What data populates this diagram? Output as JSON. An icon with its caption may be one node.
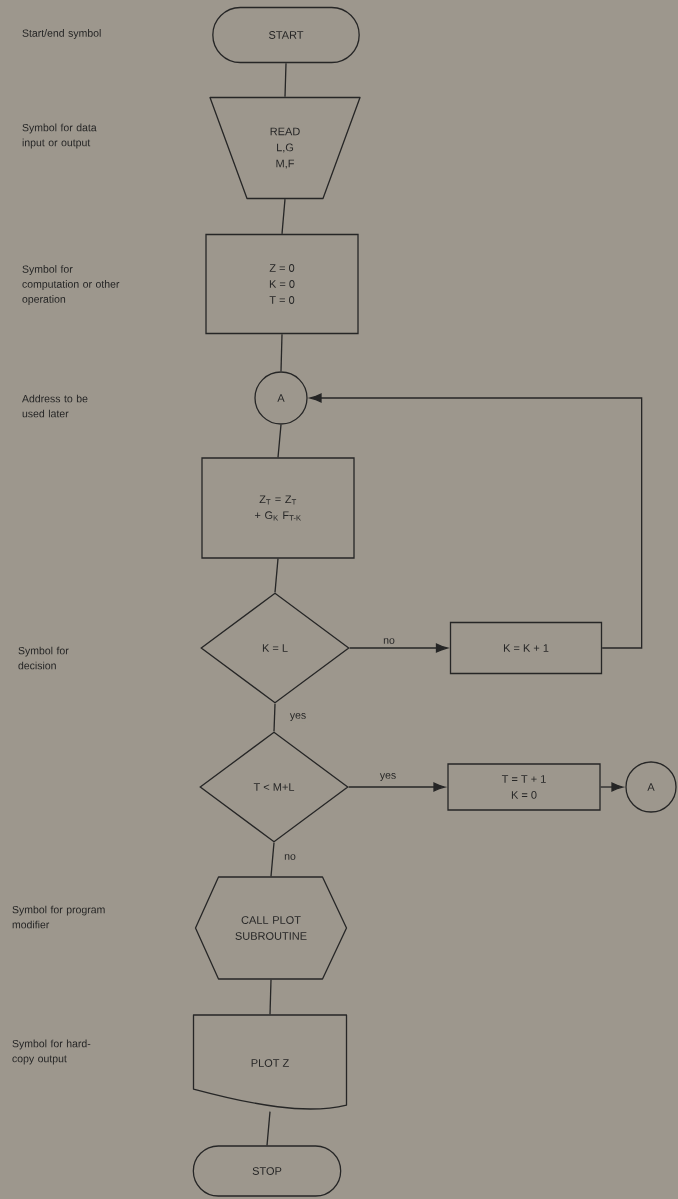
{
  "diagram": {
    "nodes": [
      {
        "text": [
          "START"
        ]
      },
      {
        "text": [
          "READ",
          "L,G",
          "M,F"
        ]
      },
      {
        "text": [
          "Z = 0",
          "K = 0",
          "T = 0"
        ]
      },
      {
        "text": [
          "A"
        ]
      },
      {
        "text": [
          "Z$_{T}$ = Z$_{T}$ + G$_{K}$ F$_{T-K}$"
        ]
      },
      {
        "text": [
          "K = L"
        ]
      },
      {
        "text": [
          "K = K + 1"
        ]
      },
      {
        "text": [
          "T < M+L"
        ]
      },
      {
        "text": [
          "T = T + 1",
          "K = 0"
        ]
      },
      {
        "text": [
          "A"
        ]
      },
      {
        "text": [
          "CALL PLOT SUBROUTINE"
        ]
      },
      {
        "text": [
          "PLOT Z"
        ]
      },
      {
        "text": [
          "STOP"
        ]
      }
    ],
    "edges": [
      {
        "from": 0,
        "to": 1,
        "arrow": "none"
      },
      {
        "from": 1,
        "to": 2,
        "arrow": "none"
      },
      {
        "from": 2,
        "to": 3,
        "arrow": "none"
      },
      {
        "from": 3,
        "to": 4,
        "arrow": "none"
      },
      {
        "from": 4,
        "to": 5,
        "arrow": "none"
      },
      {
        "from": 5,
        "to": 6,
        "arrow": "to",
        "label": "no"
      },
      {
        "from": 6,
        "to": 3,
        "arrow": "to"
      },
      {
        "from": 5,
        "to": 7,
        "arrow": "none",
        "label": "yes"
      },
      {
        "from": 7,
        "to": 8,
        "arrow": "to",
        "label": "yes"
      },
      {
        "from": 8,
        "to": 9,
        "arrow": "to"
      },
      {
        "from": 7,
        "to": 10,
        "arrow": "none",
        "label": "no"
      },
      {
        "from": 10,
        "to": 11,
        "arrow": "none"
      },
      {
        "from": 11,
        "to": 12,
        "arrow": "none"
      }
    ],
    "labels": [
      "Start/end symbol",
      "Symbol for data input or output",
      "Symbol for computation or other operation",
      "Address to be used later",
      "Symbol for decision",
      "Symbol for program modifier",
      "Symbol for hard-copy output"
    ]
  }
}
